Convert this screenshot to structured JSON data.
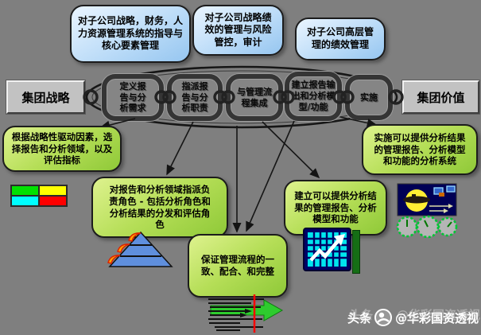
{
  "colors": {
    "background": "#7f7f7f",
    "blue_box": "#aed3f6",
    "green_box": "#a8d645",
    "chain_border": "#353535",
    "button_face": "#c2c2c2",
    "flag_colors": [
      "#00e100",
      "#ffff00",
      "#00ffff",
      "#ff0000"
    ],
    "chart_bg": "#000066",
    "chart_grid": "#00e5ee",
    "gantt_green": "#2ecc2e",
    "marker_red": "#ff0000",
    "gauge_green": "#00c535"
  },
  "top_boxes": [
    {
      "text": "对子公司战略，财务，人力资源管理系统的指导与核心要素管理"
    },
    {
      "text": "对子公司战略绩效的管理与风险管控，审计"
    },
    {
      "text": "对子公司高层管理的绩效管理"
    }
  ],
  "endpoints": {
    "left_label": "集团战略",
    "right_label": "集团价值"
  },
  "chain_links": [
    {
      "label": "定义报告与分析需求"
    },
    {
      "label": "指派报告与分析职责"
    },
    {
      "label": "与管理流程集成"
    },
    {
      "label": "建立报告输出和分析模型/功能"
    },
    {
      "label": "实施"
    }
  ],
  "green_boxes": {
    "select": "根据战略性驱动因素，选择报告和分析领域，以及评估指标",
    "assign": "对报告和分析领域指派负责角色 - 包括分析角色和分析结果的分发和评估角色",
    "build": "建立可以提供分析结果的管理报告、分析模型和功能",
    "implement": "实施可以提供分析结果的管理报告、分析模型和功能的分析系统",
    "ensure": "保证管理流程的一致、配合、和完整"
  },
  "watermark": {
    "prefix": "头条",
    "handle": "@华彩国资透视"
  },
  "icons": {
    "flag": "four-color-flag",
    "pyramid": "layered-pyramid-with-arrows",
    "chart": "trend-chart-grid",
    "dashboard": "cockpit-dashboard-picture",
    "gauges": "three-green-gauges",
    "gantt": "gantt-lines-green-arrow",
    "logo": "author-avatar"
  }
}
